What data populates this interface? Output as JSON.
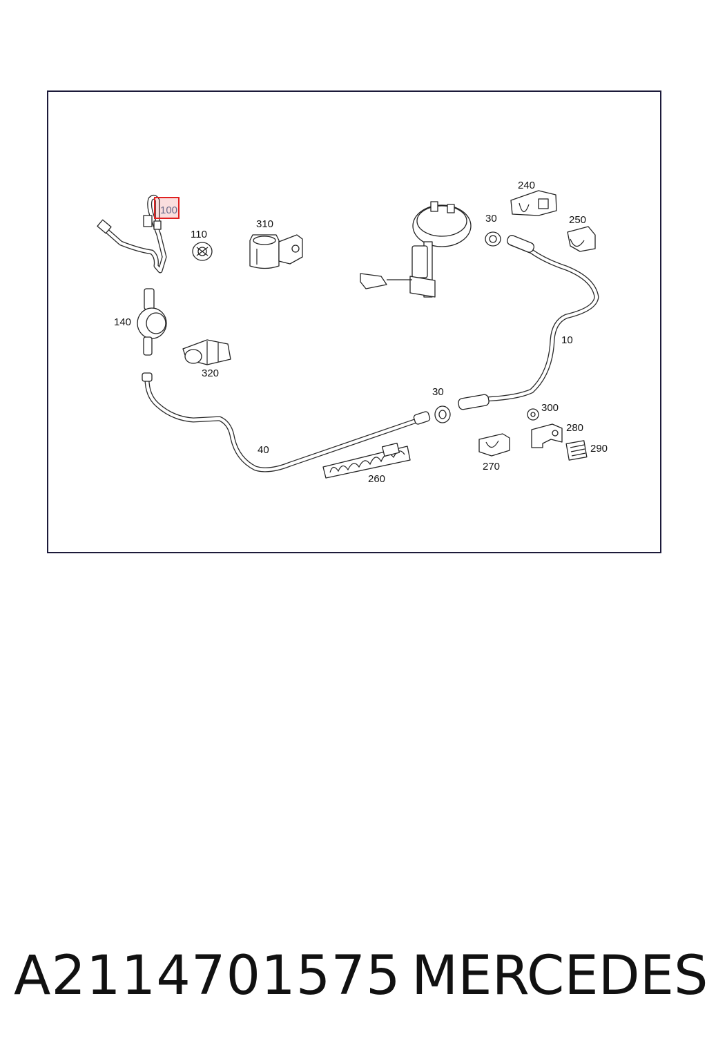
{
  "diagram": {
    "callouts": {
      "p10": "10",
      "p30_top": "30",
      "p30_mid": "30",
      "p40": "40",
      "p100": "100",
      "p110": "110",
      "p140": "140",
      "p240": "240",
      "p250": "250",
      "p260": "260",
      "p270": "270",
      "p280": "280",
      "p290": "290",
      "p300": "300",
      "p310": "310",
      "p320": "320"
    },
    "highlighted_callout": "100",
    "highlight_color": "#e02020"
  },
  "footer": {
    "part_number": "A2114701575",
    "brand": "MERCEDES"
  }
}
